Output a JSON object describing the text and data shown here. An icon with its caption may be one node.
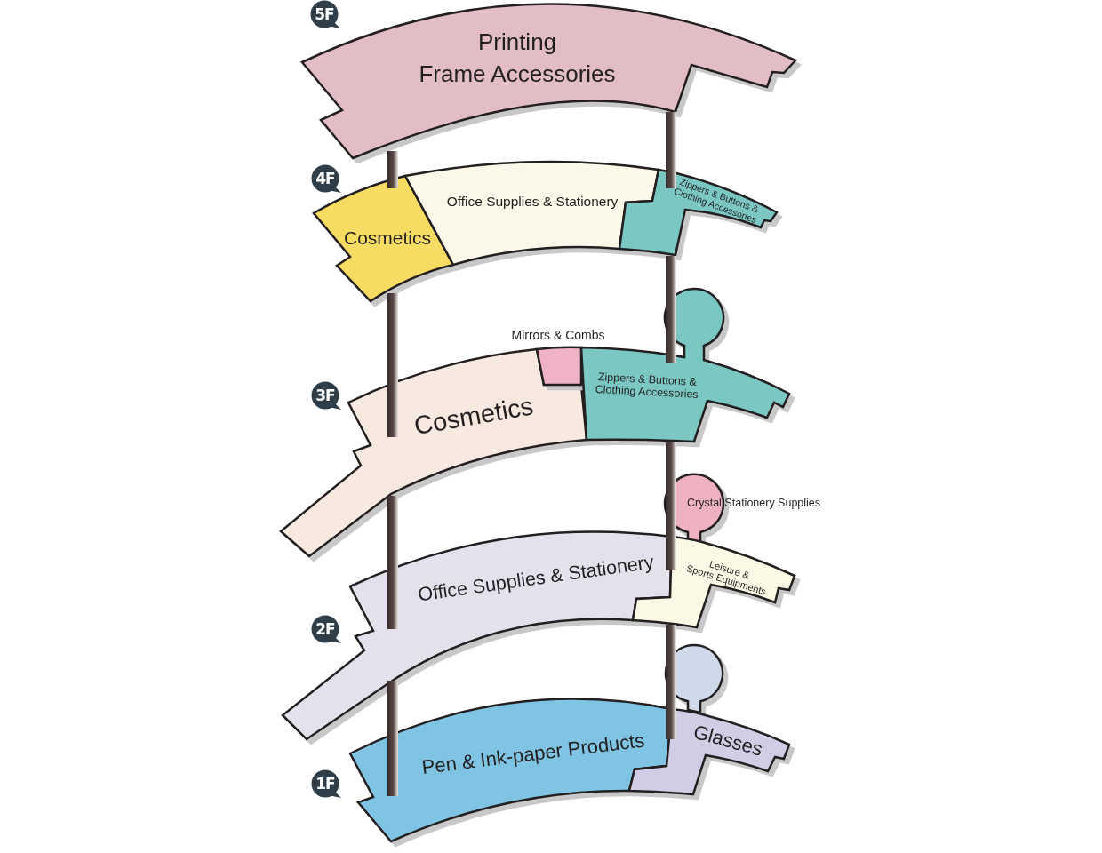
{
  "diagram": {
    "nodes": [
      {
        "text": [
          "Printing Frame Accessories"
        ]
      },
      {
        "text": [
          "Cosmetics"
        ]
      },
      {
        "text": [
          "Office Supplies & Stationery"
        ]
      },
      {
        "text": [
          "Zippers & Buttons & Clothing Accessories"
        ]
      },
      {
        "text": [
          "Cosmetics"
        ]
      },
      {
        "text": [
          "Mirrors & Combs"
        ]
      },
      {
        "text": [
          "Zippers & Buttons & Clothing Accessories"
        ]
      },
      {
        "text": [
          "Office Supplies & Stationery"
        ]
      },
      {
        "text": [
          "Crystal Stationery Supplies"
        ]
      },
      {
        "text": [
          "Leisure & Sports Equipments"
        ]
      },
      {
        "text": [
          "Pen & Ink-paper Products"
        ]
      },
      {
        "text": [],
        "shape": "circle"
      },
      {
        "text": [
          "Glasses"
        ]
      }
    ],
    "labels": [
      "5F",
      "4F",
      "3F",
      "2F",
      "1F"
    ]
  }
}
